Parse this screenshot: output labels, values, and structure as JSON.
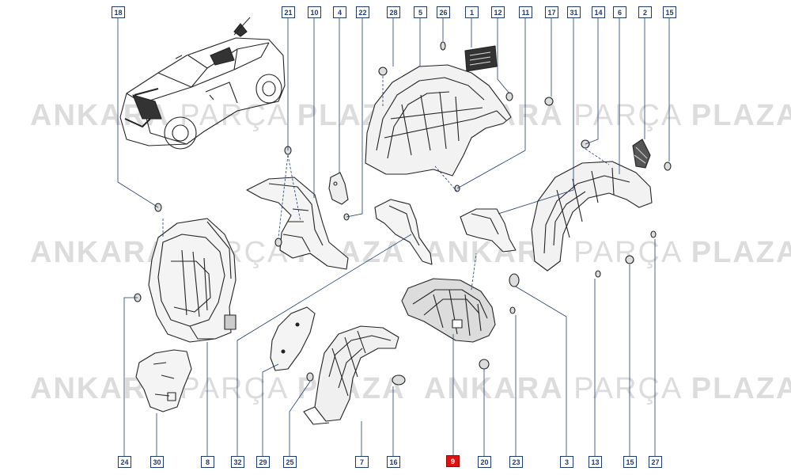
{
  "watermark": {
    "word1": "ANKARA",
    "word2": "PARÇA",
    "word3": "PLAZA"
  },
  "colors": {
    "line": "#1f3b6b",
    "part": "#222222",
    "highlight": "#e01010",
    "watermark": "#dcdcdc"
  },
  "callouts_top": [
    "18",
    "21",
    "10",
    "4",
    "22",
    "28",
    "5",
    "26",
    "1",
    "12",
    "11",
    "17",
    "31",
    "14",
    "6",
    "2",
    "15"
  ],
  "callouts_bottom": [
    "24",
    "30",
    "8",
    "32",
    "29",
    "25",
    "7",
    "16",
    "9",
    "20",
    "23",
    "3",
    "13",
    "15",
    "27"
  ],
  "highlighted_part": "9"
}
